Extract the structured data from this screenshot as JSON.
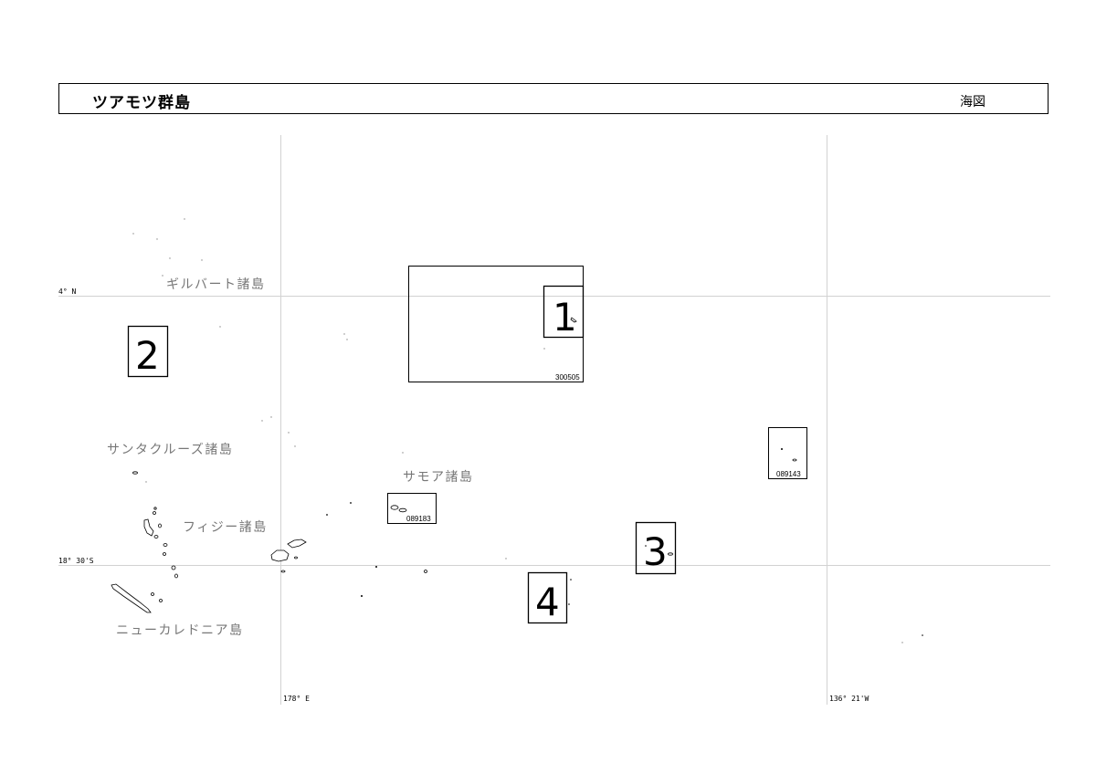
{
  "header": {
    "title": "ツアモツ群島",
    "map_type": "海図"
  },
  "coordinates": {
    "lat_north": "4° N",
    "lat_south": "18° 30'S",
    "lon_east": "178° E",
    "lon_west": "136° 21'W"
  },
  "regions": {
    "gilbert": "ギルバート諸島",
    "santa_cruz": "サンタクルーズ諸島",
    "samoa": "サモア諸島",
    "fiji": "フィジー諸島",
    "new_caledonia": "ニューカレドニア島"
  },
  "charts": {
    "chart_1": "300505",
    "chart_2": "089183",
    "chart_3": "089143"
  },
  "zones": {
    "zone_1": "1",
    "zone_2": "2",
    "zone_3": "3",
    "zone_4": "4"
  }
}
